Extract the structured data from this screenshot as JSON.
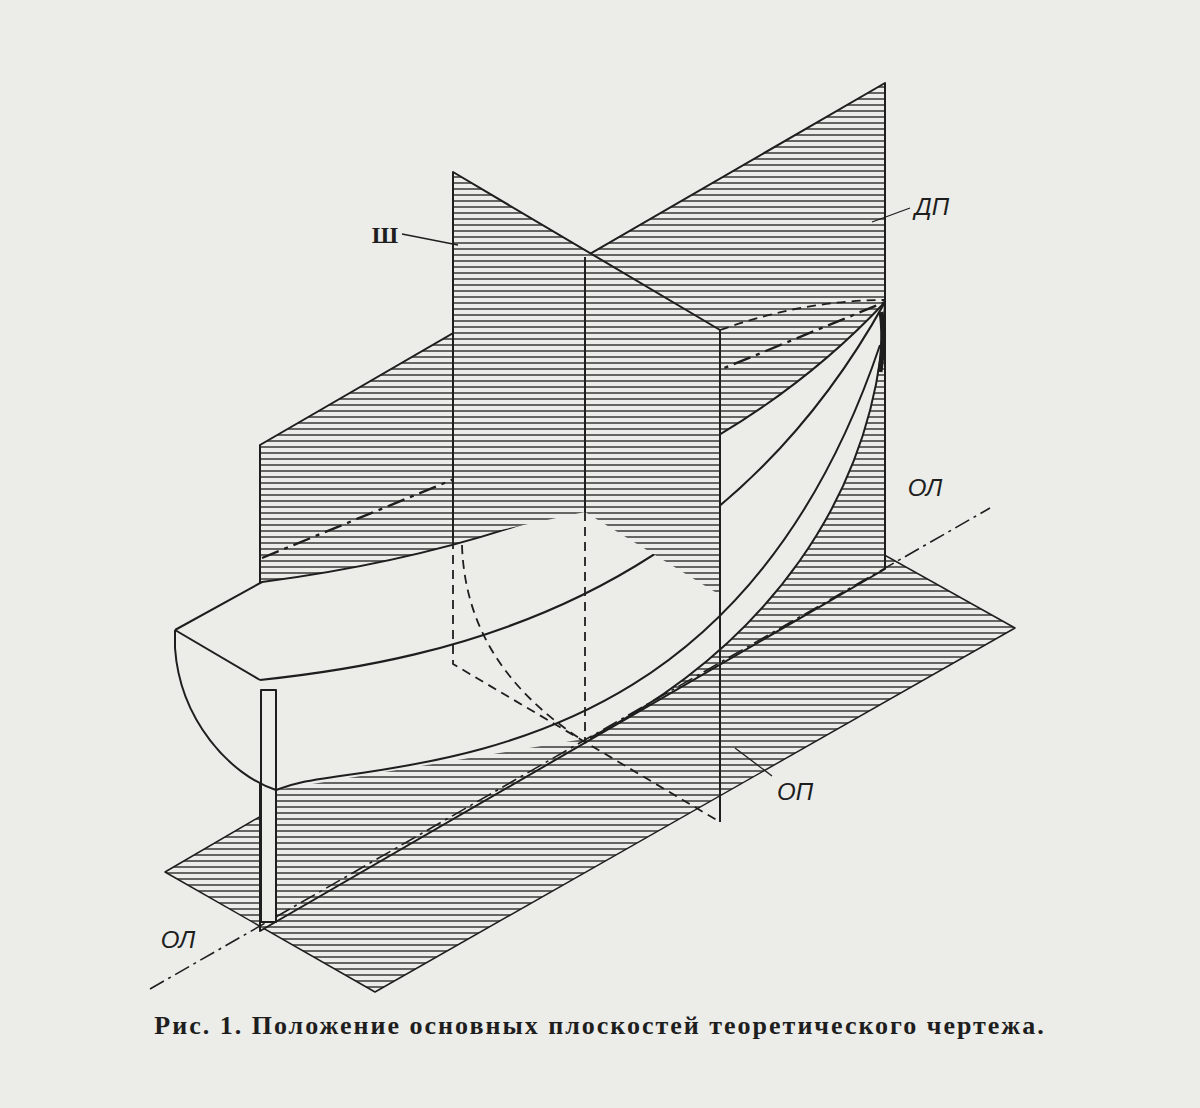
{
  "diagram": {
    "caption": "Рис. 1. Положение основных плоскостей теоретического чертежа.",
    "labels": [
      "Ш",
      "ДП",
      "ОЛ",
      "ОЛ",
      "ОП"
    ]
  }
}
